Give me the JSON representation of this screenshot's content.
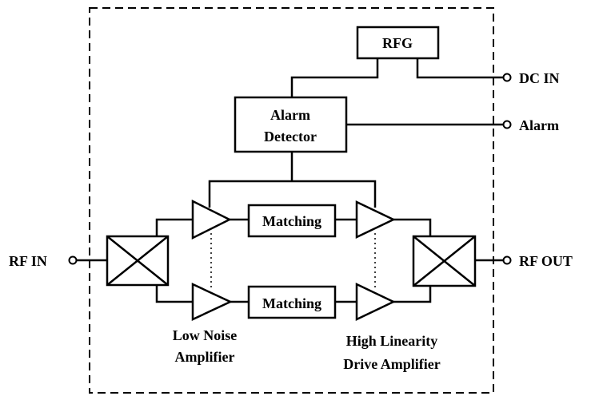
{
  "blocks": {
    "rfg": "RFG",
    "alarm_detector": [
      "Alarm",
      "Detector"
    ],
    "matching_top": "Matching",
    "matching_bottom": "Matching"
  },
  "ports": {
    "dc_in": "DC IN",
    "alarm": "Alarm",
    "rf_in": "RF IN",
    "rf_out": "RF OUT"
  },
  "captions": {
    "lna": [
      "Low Noise",
      "Amplifier"
    ],
    "hlda": [
      "High Linearity",
      "Drive Amplifier"
    ]
  }
}
